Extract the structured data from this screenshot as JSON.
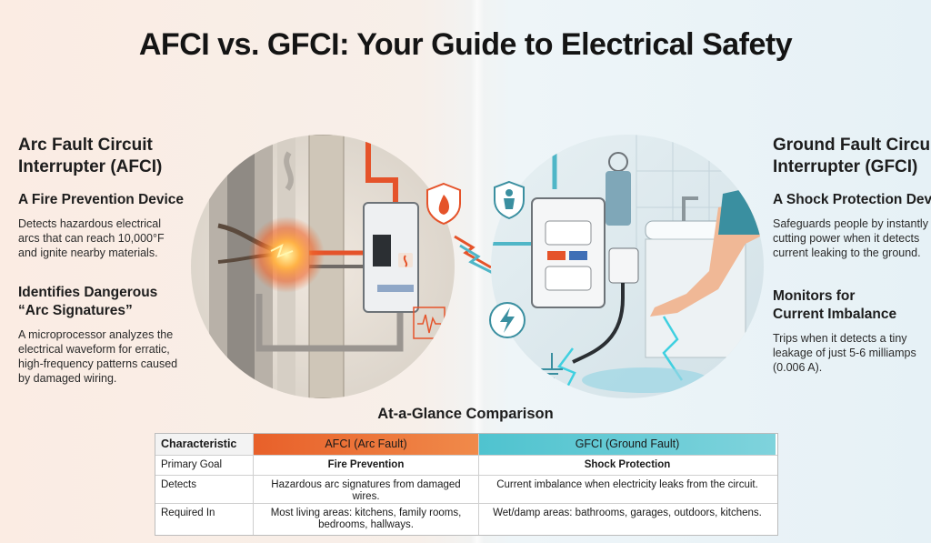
{
  "title": "AFCI vs. GFCI: Your Guide to Electrical Safety",
  "afci": {
    "heading_line1": "Arc Fault Circuit",
    "heading_line2": "Interrupter (AFCI)",
    "subheading": "A Fire Prevention Device",
    "desc_line1": "Detects hazardous electrical",
    "desc_line2": "arcs that can reach 10,000°F",
    "desc_line3": "and ignite nearby materials.",
    "section_line1": "Identifies Dangerous",
    "section_line2": "“Arc Signatures”",
    "section_desc_line1": "A microprocessor analyzes the",
    "section_desc_line2": "electrical waveform for erratic,",
    "section_desc_line3": "high-frequency patterns caused",
    "section_desc_line4": "by damaged wiring."
  },
  "gfci": {
    "heading_line1": "Ground Fault Circuit",
    "heading_line2": "Interrupter (GFCI)",
    "subheading": "A Shock Protection Device",
    "desc_line1": "Safeguards people by instantly",
    "desc_line2": "cutting power when it detects",
    "desc_line3": "current leaking to the ground.",
    "section_line1": "Monitors for",
    "section_line2": "Current Imbalance",
    "section_desc_line1": "Trips when it detects a tiny",
    "section_desc_line2": "leakage of just 5-6 milliamps",
    "section_desc_line3": "(0.006 A)."
  },
  "comparison": {
    "title": "At-a-Glance Comparison",
    "headers": [
      "Characteristic",
      "AFCI (Arc Fault)",
      "GFCI (Ground Fault)"
    ],
    "rows": [
      [
        "Primary Goal",
        "Fire Prevention",
        "Shock Protection"
      ],
      [
        "Detects",
        "Hazardous arc signatures from damaged wires.",
        "Current imbalance when electricity leaks from the circuit."
      ],
      [
        "Required In",
        "Most living areas: kitchens, family rooms, bedrooms, hallways.",
        "Wet/damp areas: bathrooms, garages, outdoors, kitchens."
      ]
    ]
  },
  "colors": {
    "afci_accent": "#e8602a",
    "gfci_accent": "#4fc3cf"
  },
  "icons": [
    "fire-shield-icon",
    "person-icon",
    "shock-warning-icon",
    "microchip-waveform-icon",
    "ground-symbol-icon"
  ]
}
